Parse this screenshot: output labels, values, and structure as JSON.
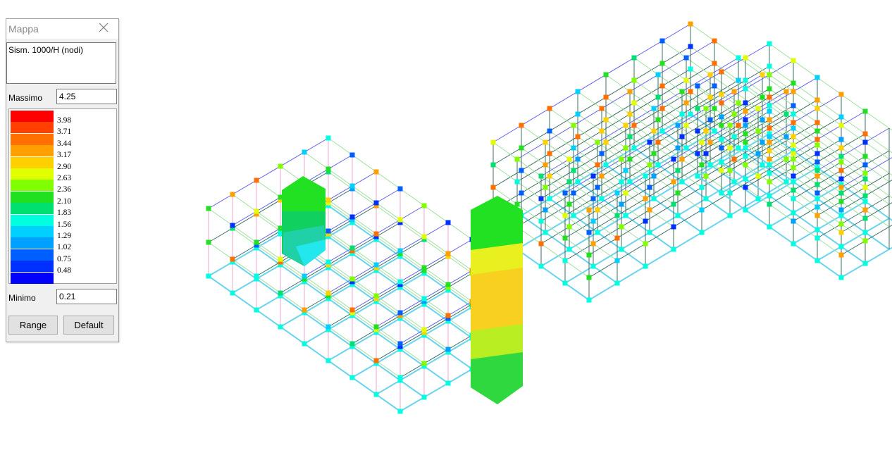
{
  "panel": {
    "title": "Mappa",
    "description": "Sism. 1000/H (nodi)",
    "max_label": "Massimo",
    "max_value": "4.25",
    "min_label": "Minimo",
    "min_value": "0.21",
    "range_button": "Range",
    "default_button": "Default"
  },
  "legend": [
    {
      "value": "3.98",
      "color": "#ff0000"
    },
    {
      "value": "3.71",
      "color": "#ff4000"
    },
    {
      "value": "3.44",
      "color": "#ff7000"
    },
    {
      "value": "3.17",
      "color": "#ffa000"
    },
    {
      "value": "2.90",
      "color": "#ffd000"
    },
    {
      "value": "2.63",
      "color": "#e0ff00"
    },
    {
      "value": "2.36",
      "color": "#80ff00"
    },
    {
      "value": "2.10",
      "color": "#20e020"
    },
    {
      "value": "1.83",
      "color": "#00e070"
    },
    {
      "value": "1.56",
      "color": "#00ffe0"
    },
    {
      "value": "1.29",
      "color": "#00d0ff"
    },
    {
      "value": "1.02",
      "color": "#00a0ff"
    },
    {
      "value": "0.75",
      "color": "#0060ff"
    },
    {
      "value": "0.48",
      "color": "#0030ff"
    },
    {
      "value": "",
      "color": "#0000ff"
    }
  ],
  "colors": {
    "frame_ground": "#6ad4ee",
    "frame_dark": "#3a6e62",
    "frame_blue": "#6060ee",
    "frame_green": "#a0e0a0",
    "column_red": "#e05050",
    "column_pink": "#f0a0d0"
  }
}
